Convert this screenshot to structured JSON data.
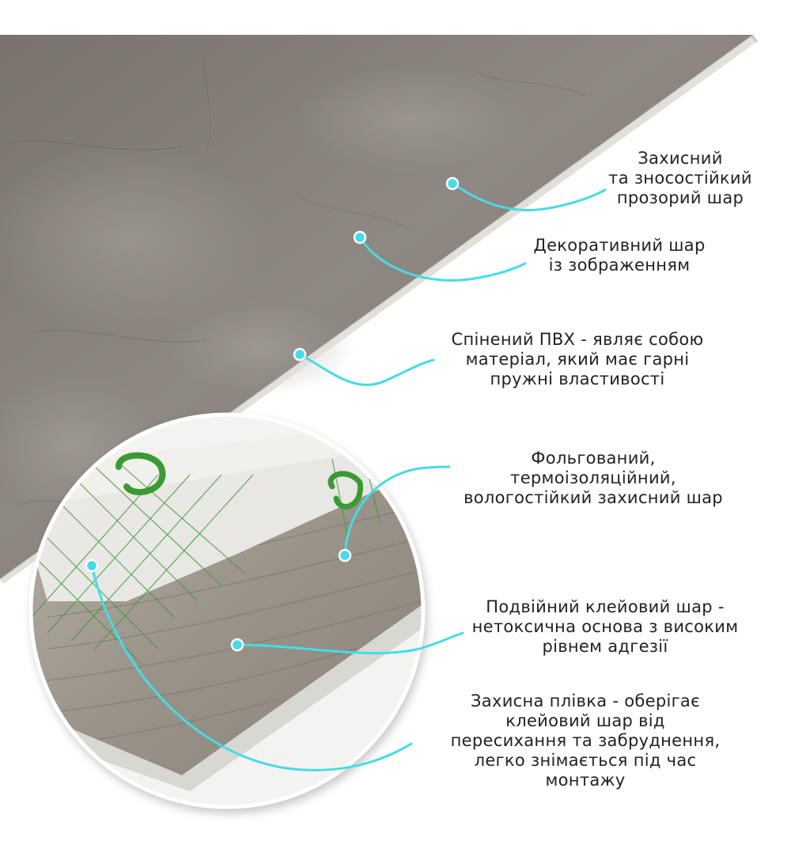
{
  "colors": {
    "leader_line": "#46dbe8",
    "text": "#222222",
    "stone_top": "#7d7670",
    "stone_mid": "#8c857f",
    "foam_edge": "#e1e1da",
    "wood": "#9a9389",
    "mesh": "#3c9a34"
  },
  "icons": {
    "marker": "dot-marker",
    "logo": "backing-logo"
  },
  "labels": [
    {
      "id": "protective-layer",
      "lines": [
        "Захисний",
        "та зносостійкий",
        "прозорий шар"
      ]
    },
    {
      "id": "decorative-layer",
      "lines": [
        "Декоративний шар",
        "із зображенням"
      ]
    },
    {
      "id": "foamed-pvc",
      "lines": [
        "Спінений ПВХ - являє собою",
        "матеріал, який має гарні",
        "пружні властивості"
      ]
    },
    {
      "id": "foil-layer",
      "lines": [
        "Фольгований,",
        "термоізоляційний,",
        "вологостійкий захисний шар"
      ]
    },
    {
      "id": "adhesive-layer",
      "lines": [
        "Подвійний клейовий шар -",
        "нетоксична основа з високим",
        "рівнем адгезії"
      ]
    },
    {
      "id": "protective-film",
      "lines": [
        "Захисна плівка - оберігає",
        "клейовий шар від",
        "пересихання та забруднення,",
        "легко знімається під час",
        "монтажу"
      ]
    }
  ]
}
